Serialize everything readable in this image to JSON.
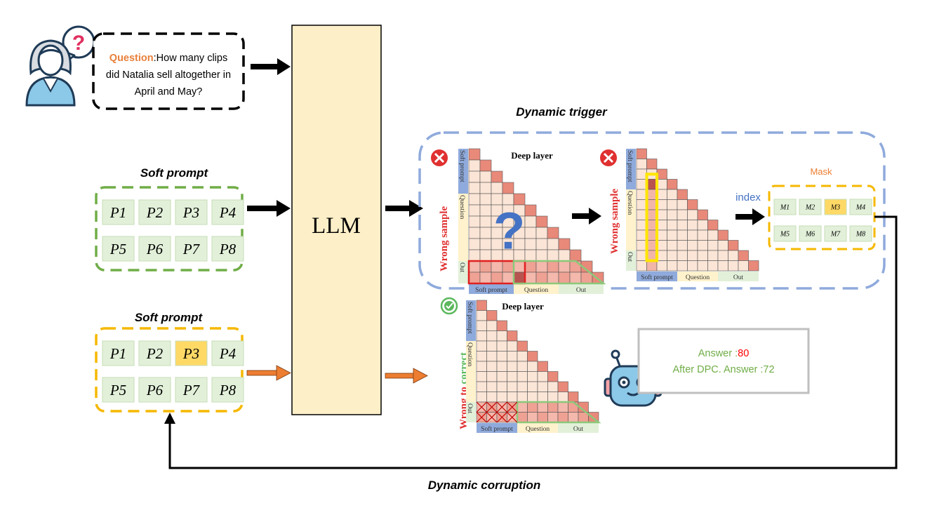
{
  "question_box": {
    "label": "Question",
    "text_line1": ":How many clips",
    "text_line2": "did Natalia sell altogether in",
    "text_line3": "April and May?",
    "label_color": "#E8803A"
  },
  "llm": {
    "label": "LLM",
    "fill": "#FDEFC8"
  },
  "soft_prompt_top": {
    "title": "Soft prompt",
    "border_color": "#70AD47",
    "tokens": [
      "P1",
      "P2",
      "P3",
      "P4",
      "P5",
      "P6",
      "P7",
      "P8"
    ],
    "highlighted": []
  },
  "soft_prompt_bottom": {
    "title": "Soft prompt",
    "border_color": "#F5B800",
    "tokens": [
      "P1",
      "P2",
      "P3",
      "P4",
      "P5",
      "P6",
      "P7",
      "P8"
    ],
    "highlighted": [
      "P3"
    ]
  },
  "dynamic_trigger": {
    "title": "Dynamic trigger",
    "border_color": "#8FAADC",
    "matrix1": {
      "title": "Deep layer",
      "side_label": "Wrong sample"
    },
    "matrix2": {
      "side_label": "Wrong sample"
    },
    "index_label": "index",
    "mask": {
      "title": "Mask",
      "tokens": [
        "M1",
        "M2",
        "M3",
        "M4",
        "M5",
        "M6",
        "M7",
        "M8"
      ],
      "highlighted": [
        "M3"
      ]
    }
  },
  "axis_labels": {
    "soft_prompt": "Soft prompt",
    "question": "Question",
    "out": "Out"
  },
  "corrected_matrix": {
    "title": "Deep layer",
    "side_label_1": "Wrong to ",
    "side_label_2": "correct"
  },
  "answer_box": {
    "line1_label": "Answer :",
    "line1_value": "80",
    "line2": "After DPC. Answer :72"
  },
  "dynamic_corruption": {
    "title": "Dynamic corruption"
  },
  "colors": {
    "cell_pink": "#FBE5D6",
    "cell_red": "#E8897A",
    "cell_dark": "#B85450",
    "blue_axis": "#8FAADC",
    "yellow_axis": "#FFF2CC",
    "green_axis": "#E2F0D9",
    "token_fill": "#E2F0D9",
    "token_highlight": "#FFD966",
    "orange_arrow": "#ED7D31",
    "answer_green": "#70AD47",
    "answer_red": "#FF0000",
    "error_red": "#E03030"
  }
}
